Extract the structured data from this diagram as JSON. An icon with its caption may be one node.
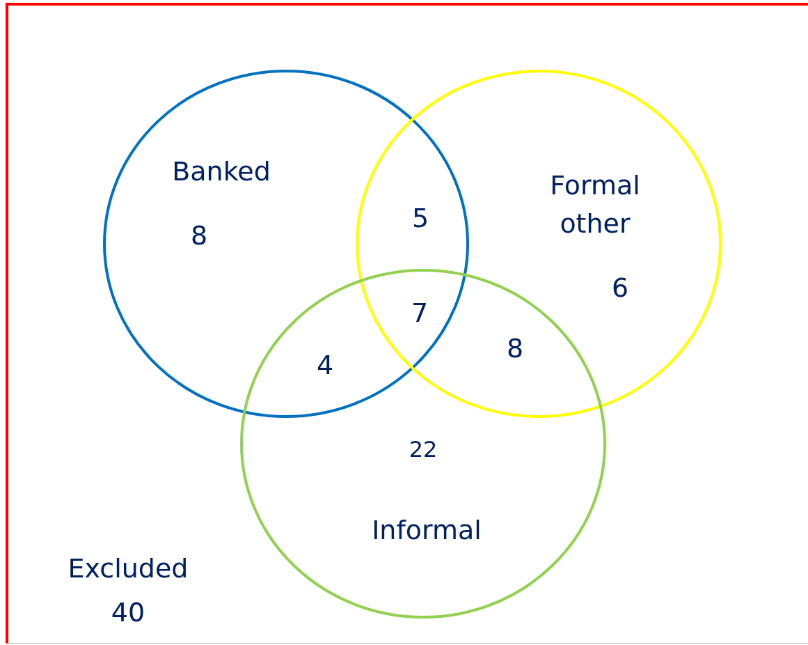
{
  "diagram": {
    "nodes": [
      {
        "text": [
          "Excluded",
          "40"
        ]
      },
      {
        "text": [
          "Banked",
          "8"
        ],
        "in": 0
      },
      {
        "text": [
          "Formal other",
          "6"
        ],
        "in": 0
      },
      {
        "text": [
          "22",
          "Informal"
        ],
        "in": 0
      }
    ],
    "labels": [
      "5",
      "7",
      "4",
      "8"
    ]
  }
}
